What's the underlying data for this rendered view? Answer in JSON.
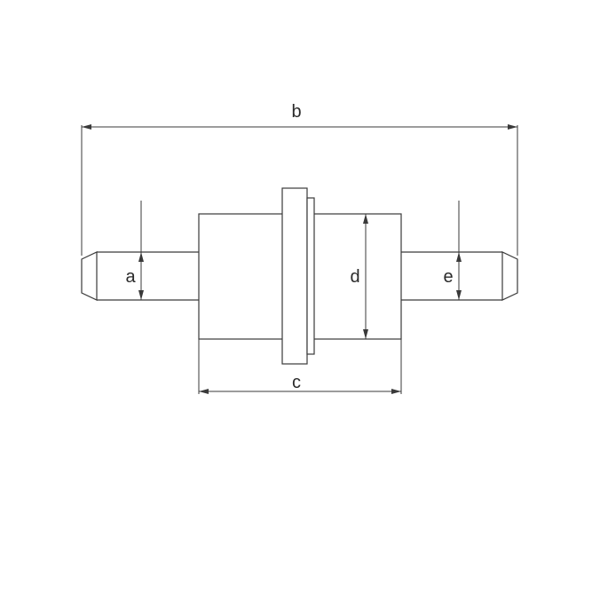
{
  "labels": {
    "a": "a",
    "b": "b",
    "c": "c",
    "d": "d",
    "e": "e"
  },
  "colors": {
    "line": "#3a3a3a",
    "text": "#2a2a2a",
    "background": "#ffffff"
  }
}
